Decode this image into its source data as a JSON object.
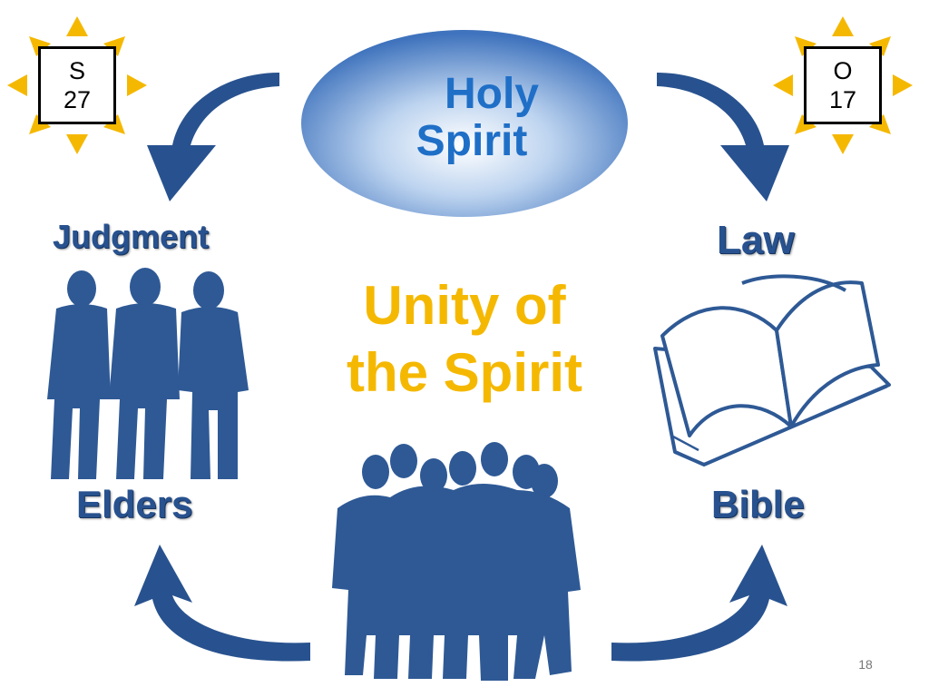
{
  "badges": {
    "left": {
      "line1": "S",
      "line2": "27"
    },
    "right": {
      "line1": "O",
      "line2": "17"
    }
  },
  "top_node": {
    "line1": "Holy",
    "line2": "Spirit"
  },
  "labels": {
    "judgment": "Judgment",
    "law": "Law",
    "elders": "Elders",
    "bible": "Bible"
  },
  "center": {
    "line1": "Unity of",
    "line2": "the Spirit"
  },
  "page_number": "18",
  "colors": {
    "arrow": "#28528f",
    "center_text": "#f5b800",
    "holy_text": "#1f6fc7",
    "sun": "#f5b800"
  }
}
